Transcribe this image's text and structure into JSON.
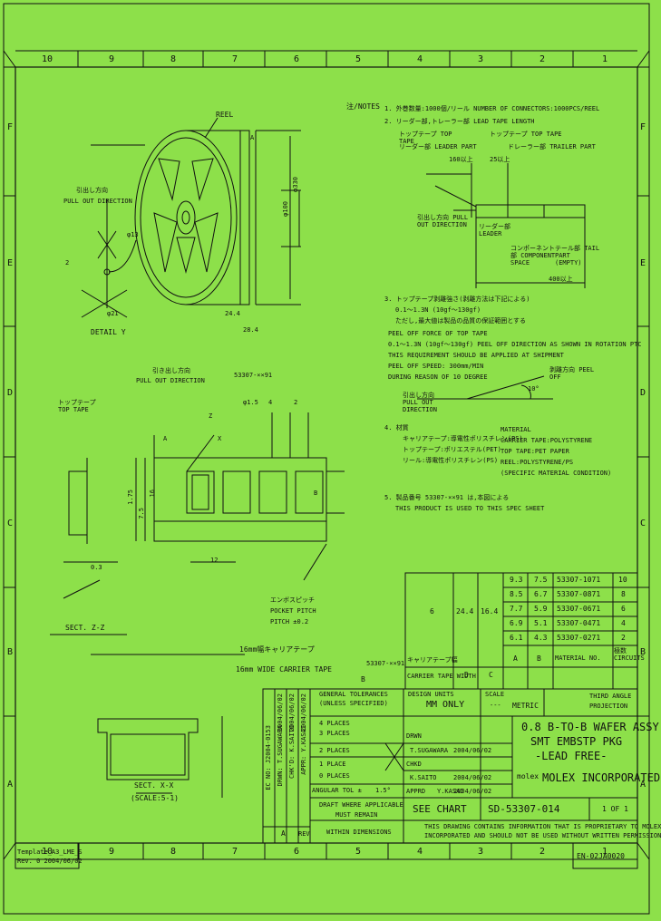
{
  "frame": {
    "cols_top": [
      "10",
      "9",
      "8",
      "7",
      "6",
      "5",
      "4",
      "3",
      "2",
      "1"
    ],
    "cols_bottom": [
      "10",
      "9",
      "8",
      "7",
      "6",
      "5",
      "4",
      "3",
      "2",
      "1"
    ],
    "rows": [
      "F",
      "E",
      "D",
      "C",
      "B",
      "A"
    ]
  },
  "notes": {
    "header": "注/NOTES",
    "line1": "1. 外巻数量:1000個/リール NUMBER OF CONNECTORS:1000PCS/REEL",
    "line2": "2. リーダー部,トレーラー部 LEAD TAPE LENGTH",
    "top_tape_label_l": "トップテープ TOP TAPE",
    "leader_label": "リーダー部 LEADER PART",
    "top_tape_label_r": "トップテープ TOP TAPE",
    "tail_label": "ドレーラー部 TRAILER PART",
    "dim_160": "160以上",
    "dim_25": "25以上",
    "pull_dir": "引出し方向 PULL OUT DIRECTION",
    "leader_part": "リーダー部 LEADER",
    "component": "コンポーネント部 COMPONENT SPACE",
    "tail_part": "テール部 TAIL PART (EMPTY)",
    "dim_400": "400以上",
    "line3": "3. トップテープ剥離強さ(剥離方法は下記による)",
    "line3b": "0.1～1.3N (10gf～130gf)",
    "line3c": "ただし,最大値は製品の品質の保証範囲とする",
    "peel_force": "PEEL OFF FORCE OF TOP TAPE",
    "peel_force2": "0.1～1.3N (10gf～130gf) PEEL OFF DIRECTION AS SHOWN IN ROTATION PTC",
    "peel_force3": "THIS REQUIREMENT SHOULD BE APPLIED AT SHIPMENT",
    "peel_speed": "PEEL OFF SPEED: 300mm/MIN",
    "during_reason": "DURING REASON OF 10 DEGREE",
    "peel_off_label": "剥離方向 PEEL OFF",
    "angle_10": "10°",
    "pull_dir2": "引出し方向 PULL OUT DIRECTION",
    "line4": "4. 材質",
    "line4b": "キャリアテープ:導電性ポリスチレン(PS)",
    "line4c": "トップテープ:ポリエステル(PET)",
    "line4d": "リール:導電性ポリスチレン(PS)",
    "material": "MATERIAL",
    "material1": "CARRIER TAPE:POLYSTYRENE",
    "material2": "TOP TAPE:PET PAPER",
    "material3": "REEL:POLYSTYRENE/PS",
    "material4": "(SPECIFIC MATERIAL CONDITION)",
    "line5": "5. 製品番号 53307-××91 は,本図による",
    "line5b": "THIS PRODUCT IS USED TO THIS SPEC SHEET"
  },
  "reel": {
    "reel_label": "REEL",
    "detail_label": "DETAIL Y",
    "pull_out": "引出し方向",
    "pull_out2": "PULL OUT DIRECTION",
    "dim_d13": "φ13",
    "dim_330": "φ330",
    "dim_100": "φ100",
    "dim_2": "2",
    "dim_21": "φ21",
    "dim_24": "24.4",
    "dim_28": "28.4",
    "dim_a": "A"
  },
  "tape": {
    "drawer_label": "引き出し方向",
    "pull_label": "PULL OUT DIRECTION",
    "part_tag": "53307-××91",
    "top_tape": "トップテープ TOP TAPE",
    "dim_d15": "φ1.5",
    "dim_4": "4",
    "dim_2": "2",
    "dim_12": "12",
    "dim_b": "B",
    "dim_a": "A",
    "dim_175": "1.75",
    "dim_75": "7.5",
    "dim_16": "16",
    "dim_03": "0.3",
    "emboss_label": "エンボスピッチ",
    "pocket_pitch": "POCKET PITCH",
    "pitch_tol": "PITCH ±0.2",
    "sect_zz": "SECT. Z-Z",
    "tape_title_jp": "16mm幅キャリアテープ",
    "tape_title_en": "16mm WIDE CARRIER TAPE",
    "dim_z": "Z",
    "dim_x": "X"
  },
  "section": {
    "label": "SECT. X-X",
    "scale": "(SCALE:5-1)"
  },
  "table": {
    "rows": [
      {
        "a": "9.3",
        "b": "7.5",
        "part": "53307-1071",
        "n": "10"
      },
      {
        "a": "8.5",
        "b": "6.7",
        "part": "53307-0871",
        "n": "8"
      },
      {
        "a": "7.7",
        "b": "5.9",
        "part": "53307-0671",
        "n": "6"
      },
      {
        "a": "6.9",
        "b": "5.1",
        "part": "53307-0471",
        "n": "4"
      },
      {
        "a": "6.1",
        "b": "4.3",
        "part": "53307-0271",
        "n": "2"
      }
    ],
    "b_col": "6",
    "c_col": "24.4",
    "d_col": "16.4",
    "h_a": "A",
    "h_b": "B",
    "h_material": "MATERIAL NO.",
    "h_circuits": "極数 CIRCUITS",
    "series": "53307-××91",
    "carrier": "キャリアテープ幅",
    "carrier_w": "CARRIER TAPE WIDTH",
    "hs_d": "D",
    "hs_c": "C",
    "hs_b": "B"
  },
  "title_block": {
    "general_tol": "GENERAL TOLERANCES",
    "unless": "(UNLESS SPECIFIED)",
    "four_places": "4 PLACES",
    "three_places": "3 PLACES",
    "two_places": "2 PLACES",
    "one_place": "1 PLACE",
    "zero_places": "0 PLACES",
    "angular": "ANGULAR TOL ±",
    "angle_val": "1.5°",
    "draft": "DRAFT WHERE APPLICABLE",
    "must_remain": "MUST REMAIN",
    "within": "WITHIN DIMENSIONS",
    "mm_only": "MM ONLY",
    "metric": "METRIC",
    "third_angle": "THIRD ANGLE",
    "projection": "PROJECTION",
    "scale_hdr": "SCALE",
    "scale_val": "---",
    "design_units": "DESIGN UNITS",
    "title1": "0.8 B-TO-B WAFER ASSY",
    "title2": "SMT EMBSTP PKG",
    "title3": "-LEAD FREE-",
    "drwn": "DRWN",
    "drwn_name": "T.SUGAWARA",
    "drwn_date": "2004/06/02",
    "chkd": "CHKD",
    "chkd_name": "K.SAITO",
    "chkd_date": "2004/06/02",
    "apprd": "APPRD",
    "apprd_name": "Y.KASAI",
    "apprd_date": "2004/06/02",
    "molex": "molex",
    "company": "MOLEX INCORPORATED",
    "see_chart": "SEE CHART",
    "doc_no": "SD-53307-014",
    "sheet": "1 OF 1",
    "proprietary1": "THIS DRAWING CONTAINS INFORMATION THAT IS PROPRIETARY TO MOLEX",
    "proprietary2": "INCORPORATED AND SHOULD NOT BE USED WITHOUT WRITTEN PERMISSION",
    "form_no": "EN-02JA0020",
    "template": "Template_A3_LME_S",
    "rev_date": "Rev. 0 2004/06/02"
  },
  "revision": {
    "rev_a": "A",
    "ec1": "EC NO: J2004-0153",
    "ec2": "DRWN: T.SUGAWARA",
    "ec3": "CHK'D: K.SAITO",
    "ec4": "APPR: Y.KASAI",
    "date1": "2004/06/02",
    "date2": "2004/06/02",
    "date3": "2004/06/02",
    "rev_hdr": "REV"
  }
}
